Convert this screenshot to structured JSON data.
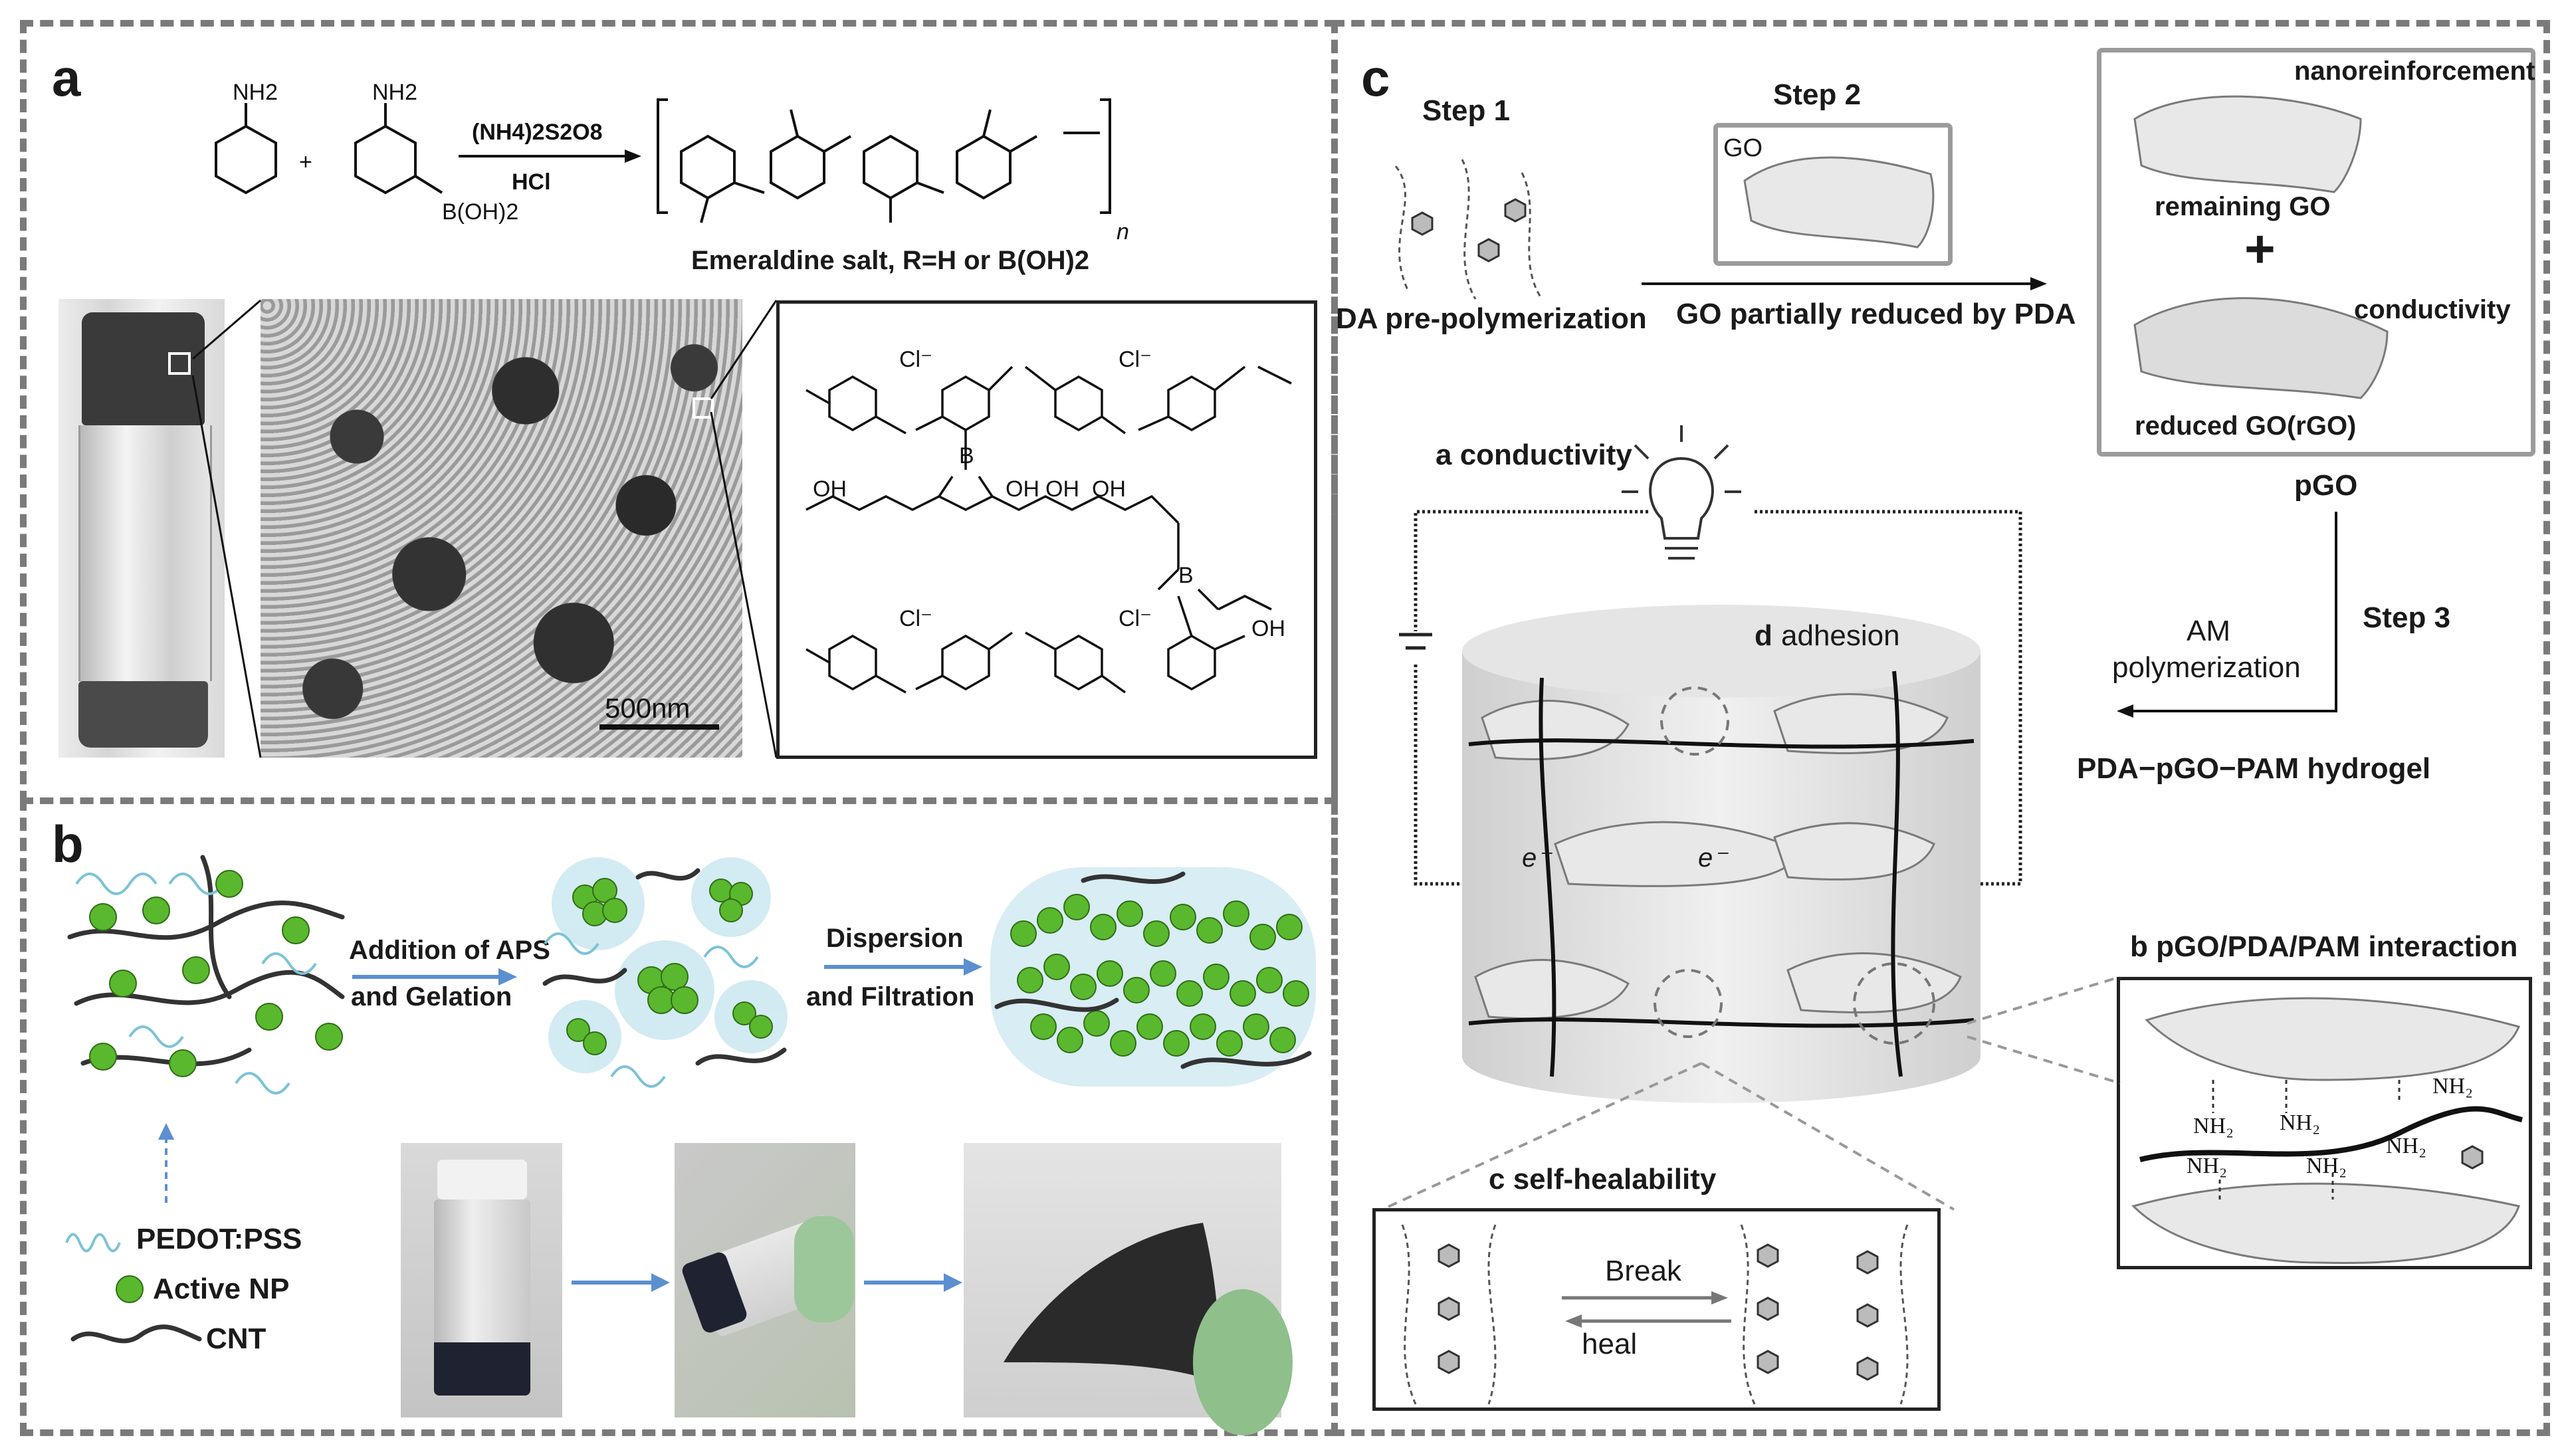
{
  "panel_a": {
    "label": "a",
    "reagent_top": "(NH4)2S2O8",
    "reagent_bottom": "HCl",
    "plus": "+",
    "product_caption": "Emeraldine salt, R=H or B(OH)2",
    "scale_bar": "500nm",
    "monomer1_group": "NH2",
    "monomer2_group": "NH2",
    "monomer2_sub": "B(OH)2",
    "repeat_index": "n"
  },
  "panel_b": {
    "label": "b",
    "step1_line1": "Addition of APS",
    "step1_line2": "and Gelation",
    "step2_line1": "Dispersion",
    "step2_line2": "and Filtration",
    "legend": [
      {
        "name": "PEDOT:PSS"
      },
      {
        "name": "Active NP"
      },
      {
        "name": "CNT"
      }
    ],
    "colors": {
      "pedot": "#7cc3d6",
      "np": "#5ab82e",
      "cnt": "#333333",
      "arrow": "#5b8fd0"
    }
  },
  "panel_c": {
    "label": "c",
    "step1": "Step 1",
    "step2": "Step 2",
    "step3": "Step 3",
    "go_label": "GO",
    "da_caption": "DA pre-polymerization",
    "go_reduced_caption": "GO partially reduced by PDA",
    "nanoreinforcement": "nanoreinforcement",
    "remaining_go": "remaining GO",
    "plus": "+",
    "conductivity_note": "conductivity",
    "reduced_go": "reduced GO(rGO)",
    "pgo": "pGO",
    "am_line1": "AM",
    "am_line2": "polymerization",
    "hydrogel": "PDA−pGO−PAM hydrogel",
    "a_conductivity": "a conductivity",
    "d_adhesion_letter": "d",
    "d_adhesion_word": "adhesion",
    "electron": "e⁻",
    "b_interaction": "b pGO/PDA/PAM interaction",
    "c_selfheal": "c self-healability",
    "break": "Break",
    "heal": "heal",
    "nh2": "NH₂",
    "oh": "OH"
  }
}
